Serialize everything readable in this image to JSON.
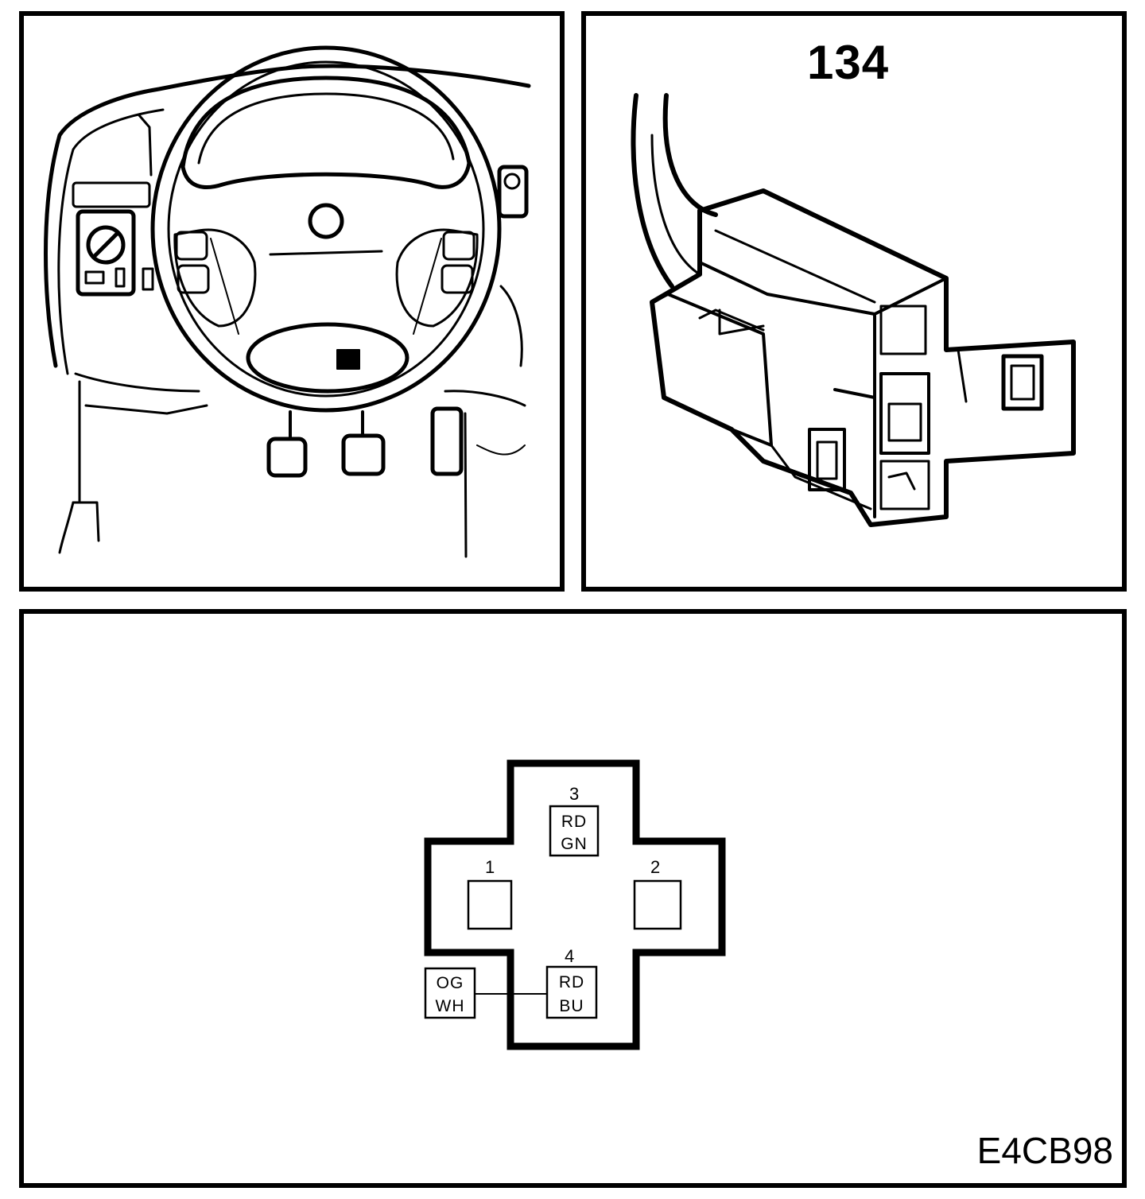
{
  "connector": {
    "number": "134"
  },
  "figure": {
    "reference_code": "E4CB98"
  },
  "pins": [
    {
      "number": "1",
      "wire_top": "",
      "wire_bottom": ""
    },
    {
      "number": "2",
      "wire_top": "",
      "wire_bottom": ""
    },
    {
      "number": "3",
      "wire_top": "RD",
      "wire_bottom": "GN"
    },
    {
      "number": "4",
      "wire_top": "RD",
      "wire_bottom": "BU"
    }
  ],
  "external_wire": {
    "top": "OG",
    "bottom": "WH"
  }
}
